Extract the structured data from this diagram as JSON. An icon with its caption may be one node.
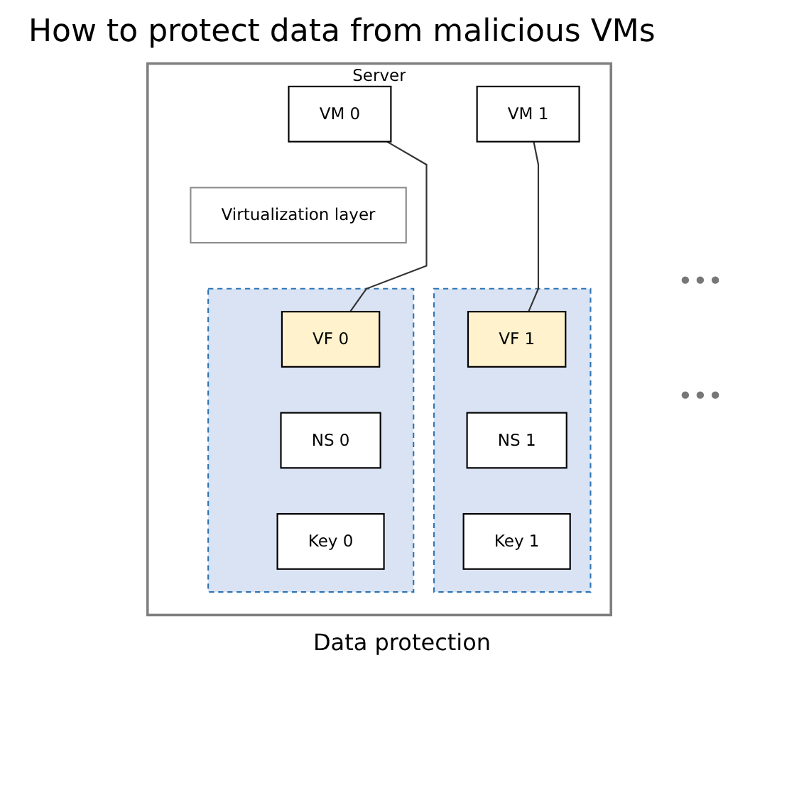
{
  "diagram": {
    "title": "How to protect data from malicious VMs",
    "nodes": [
      {
        "text": [
          "Server"
        ]
      },
      {
        "text": [
          "VM 0"
        ],
        "in": 0
      },
      {
        "text": [
          "VM 1"
        ],
        "in": 0
      },
      {
        "text": [
          "Virtualization layer"
        ],
        "in": 0
      },
      {
        "text": [],
        "shape": "box",
        "in": 0
      },
      {
        "text": [
          "VF 0"
        ],
        "in": 4
      },
      {
        "text": [
          "NS 0"
        ],
        "in": 4
      },
      {
        "text": [
          "Key 0"
        ],
        "in": 4
      },
      {
        "text": [],
        "shape": "box",
        "in": 0
      },
      {
        "text": [
          "VF 1"
        ],
        "in": 8
      },
      {
        "text": [
          "NS 1"
        ],
        "in": 8
      },
      {
        "text": [
          "Key 1"
        ],
        "in": 8
      }
    ],
    "edges": [
      {
        "from": 1,
        "to": 5,
        "arrow": "none"
      },
      {
        "from": 2,
        "to": 9,
        "arrow": "none"
      }
    ],
    "labels": [
      "•••",
      "•••"
    ],
    "caption": "Data protection"
  }
}
